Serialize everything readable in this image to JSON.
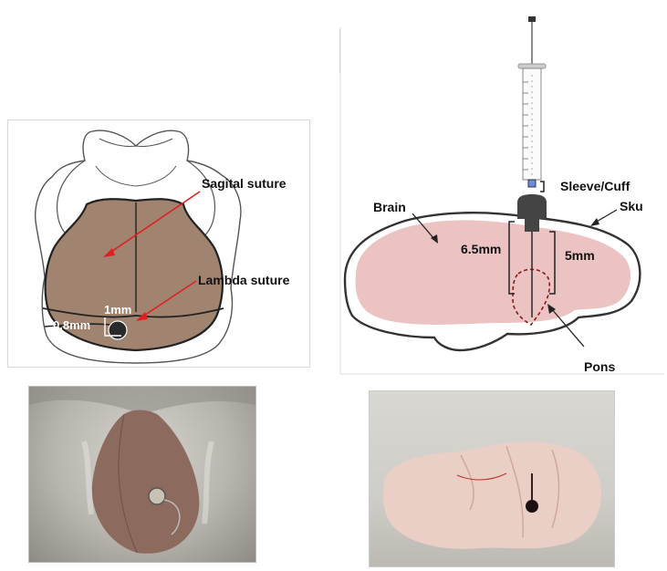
{
  "skull_panel": {
    "labels": {
      "sagital": "Sagital suture",
      "lambda": "Lambda suture",
      "one_mm": "1mm",
      "zero_eight_mm": "0.8mm"
    }
  },
  "injection_panel": {
    "labels": {
      "sleeve": "Sleeve/Cuff",
      "brain": "Brain",
      "skull": "Sku",
      "depth_total": "6.5mm",
      "depth_brain": "5mm",
      "pons": "Pons"
    }
  },
  "colors": {
    "brain_fill": "#e9bcbc",
    "skull_bone": "#a08470",
    "arrow_red": "#e02020",
    "cuff": "#444444",
    "photo_bg_left": "#b8b4ae",
    "photo_bg_right": "#cfcdc7"
  }
}
